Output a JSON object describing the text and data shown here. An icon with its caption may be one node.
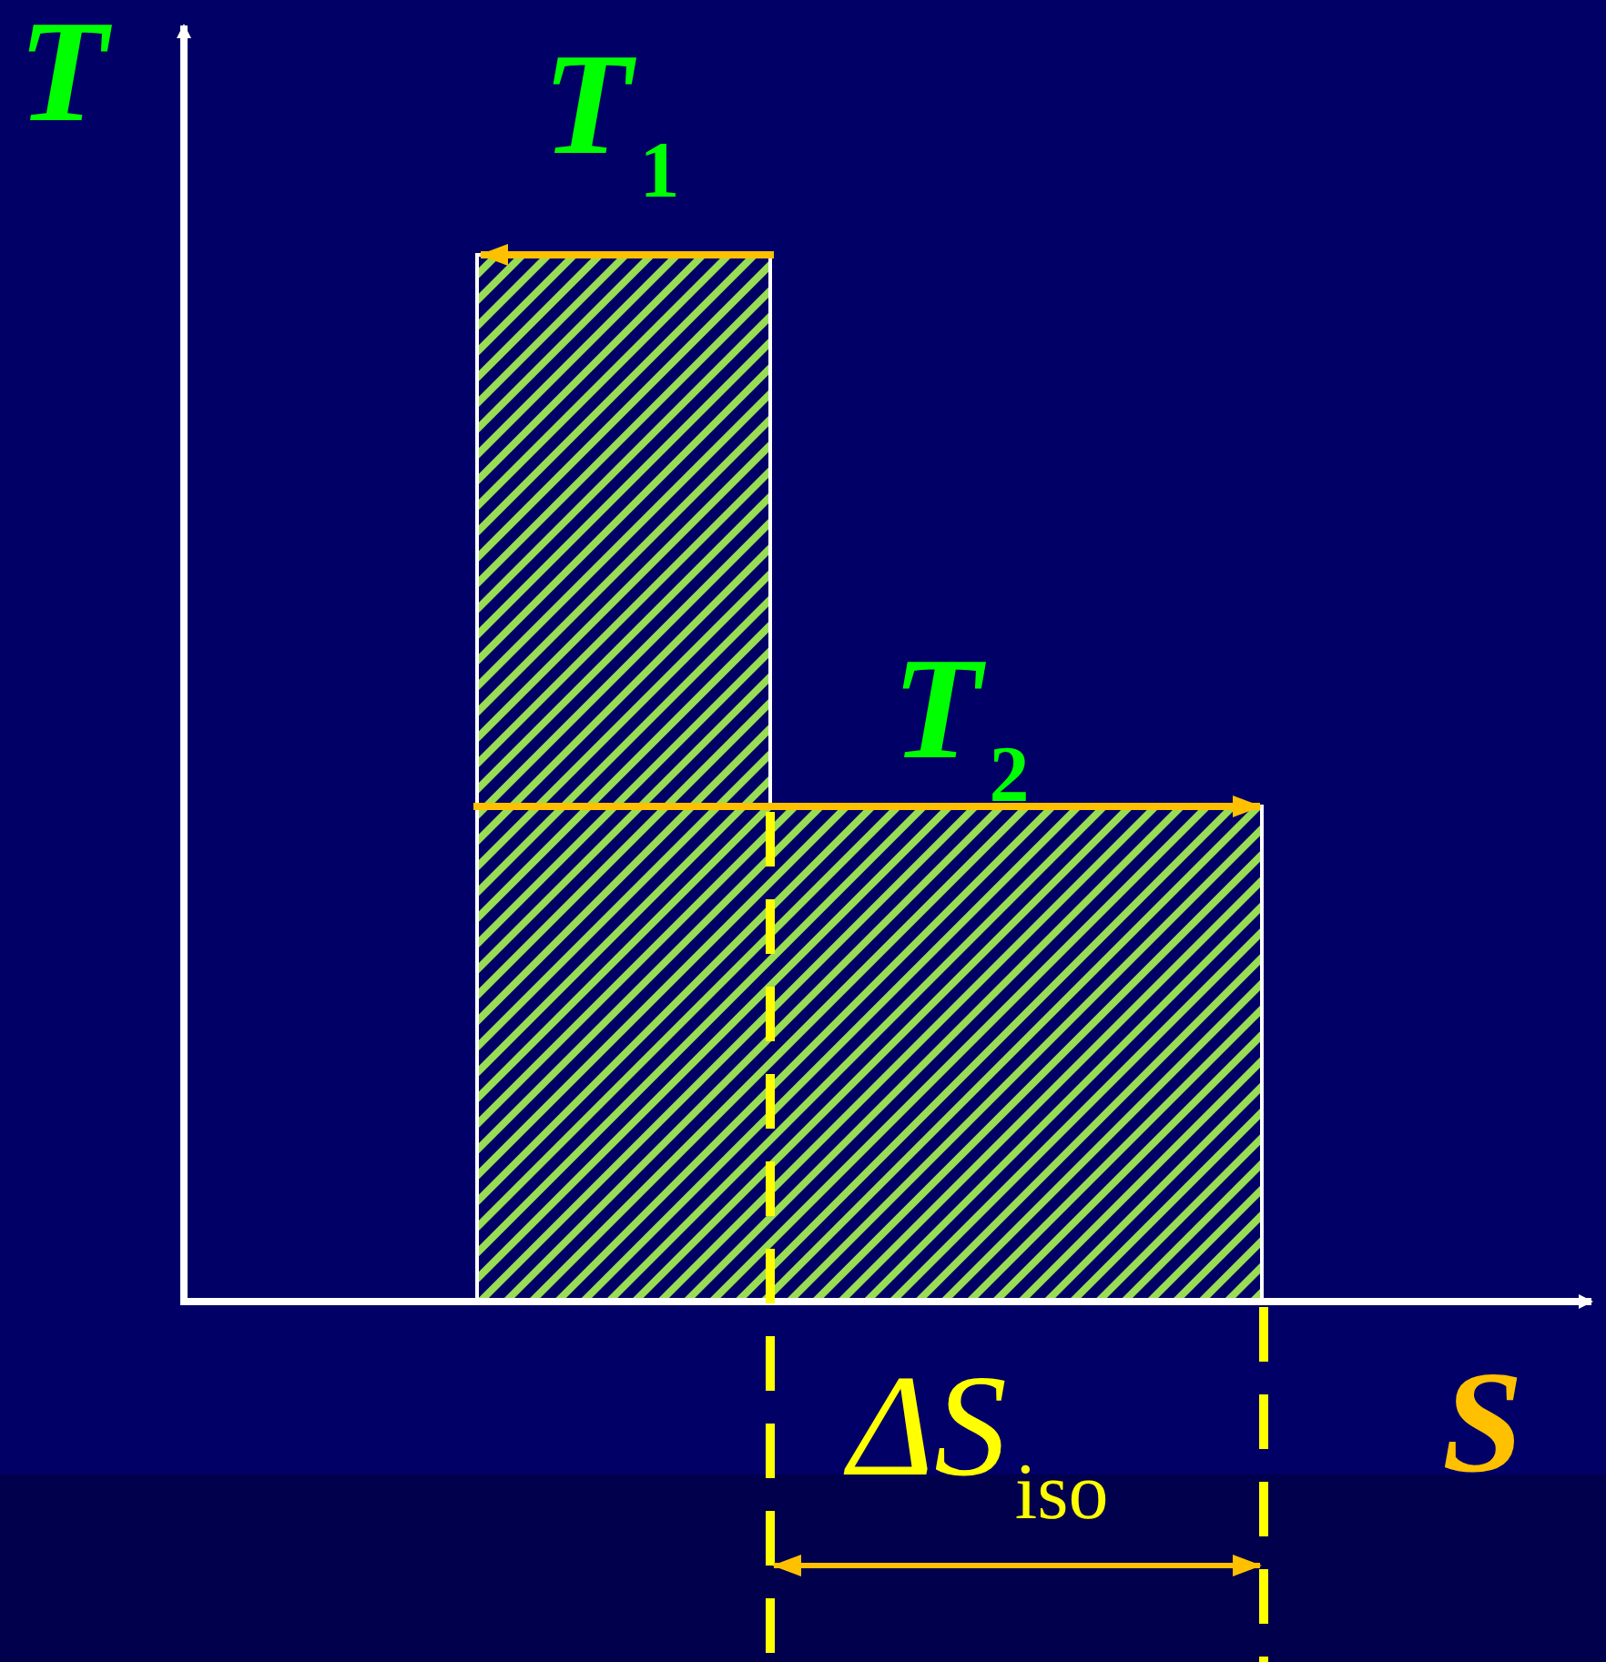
{
  "diagram": {
    "labels": [
      "*T*",
      "*T*$_{1}$",
      "*T*$_{2}$",
      "ΔS$_{iso}$",
      "*S*"
    ]
  }
}
